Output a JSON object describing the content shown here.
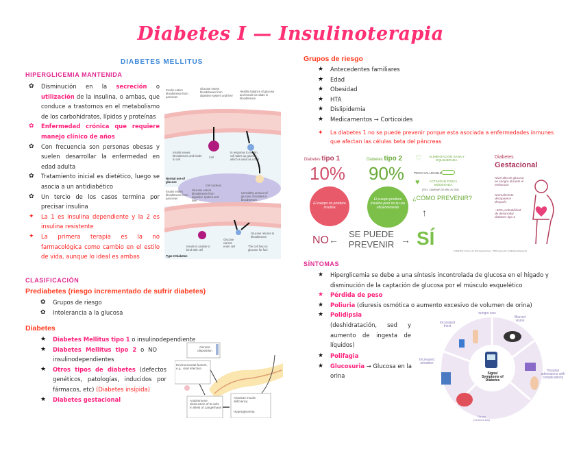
{
  "title": "Diabetes I — Insulinoterapia",
  "left": {
    "section_title": "DIABETES MELLITUS",
    "hyper": {
      "heading": "HIPERGLICEMIA MANTENIDA",
      "items": [
        {
          "pre": "Disminución en la ",
          "hl1": "secreción",
          "mid": " o ",
          "hl2": "utilización",
          "post": " de la insulina, o ambas, que conduce a trastornos en el metabolismo de los carbohidratos, lípidos y proteínas"
        },
        {
          "text": "Enfermedad crónica que requiere manejo clínico de años"
        },
        {
          "text": "Con frecuencia son personas obesas y suelen desarrollar la enfermedad en edad adulta"
        },
        {
          "text": "Tratamiento inicial es dietético, luego se asocia a un antidiabético"
        },
        {
          "text": "Un tercio de los casos termina por precisar insulina"
        },
        {
          "text": "La 1 es insulina dependiente y la 2 es insulina resistente"
        },
        {
          "text": "La primera terapia es la no farmacológica como cambio en el estilo de vida, aunque lo ideal es ambas"
        }
      ]
    },
    "clasificacion": {
      "heading": "CLASIFICACIÓN",
      "prediabetes_heading": "Prediabetes (riesgo incrementado de sufrir diabetes)",
      "prediabetes_items": [
        "Grupos de riesgo",
        "Intolerancia a la glucosa"
      ],
      "diabetes_heading": "Diabetes",
      "diabetes_items": [
        {
          "hl": "Diabetes Mellitus tipo 1",
          "rest": " o insulinodependiente"
        },
        {
          "hl": "Diabetes Mellitus tipo 2",
          "rest": " o NO insulinodependientes"
        },
        {
          "hl": "Otros tipos de diabetes",
          "rest": " (defectos genéticos, patologías, inducidos por fármacos, etc) ",
          "red": "(Diabetes insípida)"
        },
        {
          "hl": "Diabetes gestacional",
          "rest": ""
        }
      ]
    },
    "figure_glucose": {
      "top_labels": [
        "Insulin enters bloodstream from pancreas",
        "Glucose enters bloodstream from digestive system and liver",
        "Healthy balance of glucose and insulin circulate in bloodstream"
      ],
      "mid_labels": [
        "Insulin leaves bloodstream and binds to cell",
        "Cell",
        "In response to insulin, cell takes up glucose, which is used as a fuel"
      ],
      "nucleus": "Cell nucleus",
      "caption1": "Normal use of glucose",
      "top_labels2": [
        "Insulin enters bloodstream from pancreas",
        "Glucose enters bloodstream from digestive system and liver",
        "Unhealthy amount of glucose circulates in bloodstream"
      ],
      "mid_labels2": [
        "Insulin is unable to bind with cell",
        "Glucose cannot enter cell",
        "Glucose returns to bloodstream",
        "The cell has no glucose for fuel"
      ],
      "caption2": "Type 2 Diabetes"
    },
    "figure_pancreas": {
      "genetic": "Genetic disposition",
      "environmental": "Environmental factors, e.g., viral infection",
      "autoimmune": "Autoimmune destruction of B-cells in islets of Langerhans",
      "absolute": "Absolute insulin deficiency",
      "hyper": "Hyperglycemia"
    }
  },
  "right": {
    "grupos": {
      "heading": "Grupos de riesgo",
      "items": [
        "Antecedentes familiares",
        "Edad",
        "Obesidad",
        "HTA",
        "Dislipidemia",
        "Medicamentos → Corticoides"
      ],
      "note": "La diabetes 1 no se puede prevenir porque esta asociada a enfermedades inmunes que afectan las células beta del páncreas"
    },
    "infographic": {
      "t1_label": "Diabetes",
      "t1_bold": "tipo 1",
      "t1_pct": "10%",
      "t1_text": "El cuerpo no produce insulina",
      "t2_label": "Diabetes",
      "t2_bold": "tipo 2",
      "t2_pct": "90%",
      "t2_text": "El cuerpo produce insulina pero no la usa eficientemente",
      "no": "NO",
      "center1": "SE PUEDE",
      "center2": "PREVENIR",
      "si": "SÍ",
      "prev1": "ALIMENTACIÓN SANA Y EQUILIBRADA",
      "prev2": "PESO SALUDABLE",
      "prev3": "ACTIVIDAD FÍSICA MODERADA",
      "prev3b": "(P.EJ. CAMINAR 30 MIN. AL DÍA)",
      "como": "¿CÓMO PREVENIR?",
      "gest_label": "Diabetes",
      "gest_title": "Gestacional",
      "gest_p1": "Nivel alto de glucosa en sangre durante el embarazo",
      "gest_p2": "Normalmente desaparece después",
      "gest_p3": "~40% probabilidad de desarrollar diabetes tipo 2",
      "source": "FUENTES: Informe de IDF (www.idf.org) · OMS (www.who.int/diabetes/facts/es/)"
    },
    "sintomas": {
      "heading": "SÍNTOMAS",
      "item1": "Hiperglicemia se debe a una síntesis incontrolada de glucosa en el hígado y disminución de la captación de glucosa por el músculo esquelético",
      "item2": "Pérdida de peso",
      "item3_hl": "Poliuria",
      "item3_rest": " (diuresis osmótica o aumento excesivo de volumen de orina)",
      "item4_hl": "Polidipsia",
      "item4_rest": "(deshidratación, sed y aumento de ingesta de líquidos)",
      "item5": "Polifagia",
      "item6_hl": "Glucosuria",
      "item6_rest": " → Glucosa en la orina"
    },
    "wheel": {
      "center": "Signs/ Symptoms of Diabetes",
      "labels": [
        "Weight loss",
        "Blurred vision",
        "Hospital admissions with complications",
        "Thrush (Oral/Genital)",
        "Increased urination",
        "Increased thirst"
      ]
    }
  }
}
